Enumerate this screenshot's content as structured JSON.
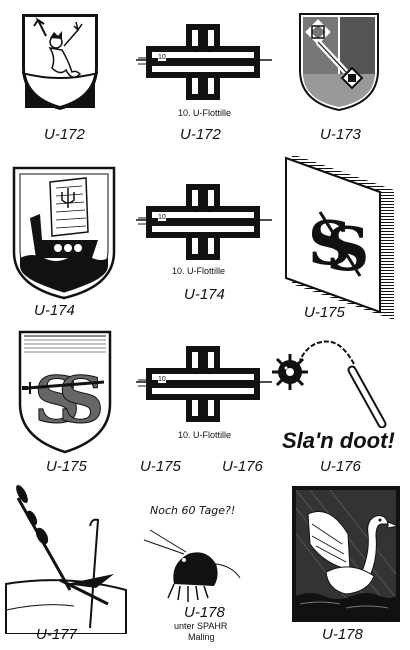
{
  "captions": {
    "r1c1": "U-172",
    "r1c2": "U-172",
    "r1c3": "U-173",
    "r2c1": "U-174",
    "r2c2": "U-174",
    "r2c3": "U-175",
    "r3c1": "U-175",
    "r3c2a": "U-175",
    "r3c2b": "U-176",
    "r3c3": "U-176",
    "r4c1": "U-177",
    "r4c2": "U-178",
    "r4c3": "U-178"
  },
  "flotilla_label": "10. U-Flottille",
  "cross_marks": "10",
  "slogan": "Sla'n doot!",
  "handwritten": "Noch 60 Tage?!",
  "artist_line1": "unter SPAHR",
  "artist_line2": "Maling",
  "colors": {
    "ink": "#111111",
    "paper": "#ffffff"
  }
}
